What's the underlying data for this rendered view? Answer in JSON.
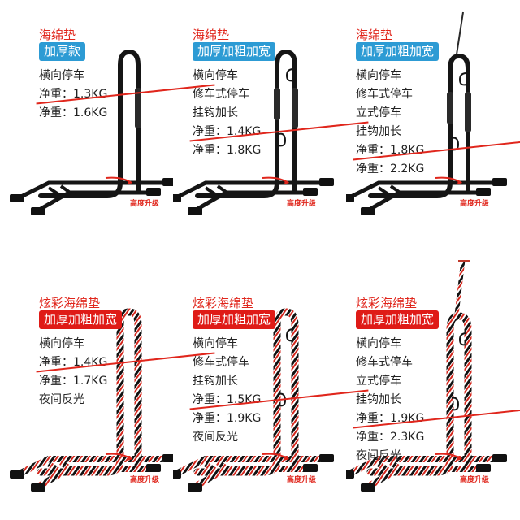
{
  "products": [
    {
      "title": "海绵垫",
      "badge": "加厚款",
      "badge_color": "#2d9bd4",
      "features": [
        "横向停车"
      ],
      "old_weight": "净重：1.3KG",
      "new_weight": "净重：1.6KG",
      "extra": "",
      "upgrade": "高度升级",
      "colorful": false,
      "antenna": false
    },
    {
      "title": "海绵垫",
      "badge": "加厚加粗加宽",
      "badge_color": "#2d9bd4",
      "features": [
        "横向停车",
        "修车式停车",
        "挂钩加长"
      ],
      "old_weight": "净重：1.4KG",
      "new_weight": "净重：1.8KG",
      "extra": "",
      "upgrade": "高度升级",
      "colorful": false,
      "antenna": false
    },
    {
      "title": "海绵垫",
      "badge": "加厚加粗加宽",
      "badge_color": "#2d9bd4",
      "features": [
        "横向停车",
        "修车式停车",
        "立式停车",
        "挂钩加长"
      ],
      "old_weight": "净重：1.8KG",
      "new_weight": "净重：2.2KG",
      "extra": "",
      "upgrade": "高度升级",
      "colorful": false,
      "antenna": true
    },
    {
      "title": "炫彩海绵垫",
      "badge": "加厚加粗加宽",
      "badge_color": "#df1b17",
      "features": [
        "横向停车"
      ],
      "old_weight": "净重：1.4KG",
      "new_weight": "净重：1.7KG",
      "extra": "夜间反光",
      "upgrade": "高度升级",
      "colorful": true,
      "antenna": false
    },
    {
      "title": "炫彩海绵垫",
      "badge": "加厚加粗加宽",
      "badge_color": "#df1b17",
      "features": [
        "横向停车",
        "修车式停车",
        "挂钩加长"
      ],
      "old_weight": "净重：1.5KG",
      "new_weight": "净重：1.9KG",
      "extra": "夜间反光",
      "upgrade": "高度升级",
      "colorful": true,
      "antenna": false
    },
    {
      "title": "炫彩海绵垫",
      "badge": "加厚加粗加宽",
      "badge_color": "#df1b17",
      "features": [
        "横向停车",
        "修车式停车",
        "立式停车",
        "挂钩加长"
      ],
      "old_weight": "净重：1.9KG",
      "new_weight": "净重：2.3KG",
      "extra": "夜间反光",
      "upgrade": "高度升级",
      "colorful": true,
      "antenna": true
    }
  ]
}
